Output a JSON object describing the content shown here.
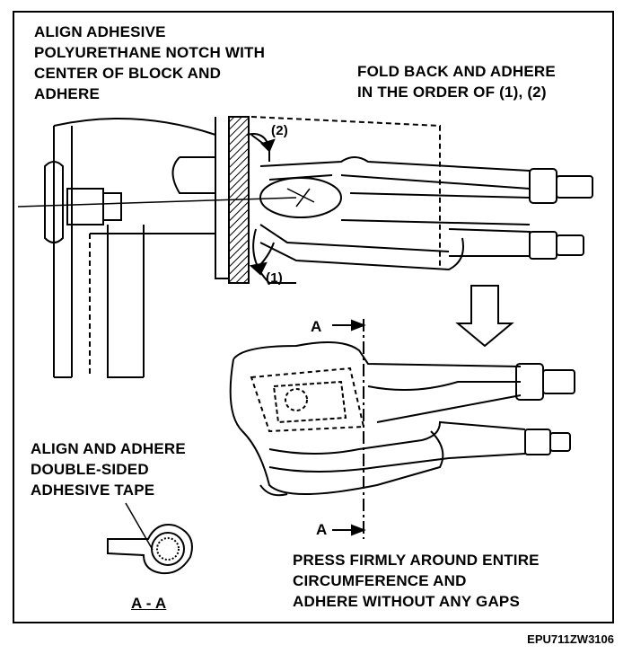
{
  "annotations": {
    "align_notch": [
      "ALIGN ADHESIVE",
      "POLYURETHANE NOTCH WITH",
      "CENTER OF BLOCK AND",
      "ADHERE"
    ],
    "fold_back": [
      "FOLD BACK AND ADHERE",
      "IN THE ORDER OF (1), (2)"
    ],
    "align_tape": [
      "ALIGN AND ADHERE",
      "DOUBLE-SIDED",
      "ADHESIVE TAPE"
    ],
    "press_firmly": [
      "PRESS FIRMLY AROUND ENTIRE",
      "CIRCUMFERENCE AND",
      "ADHERE WITHOUT ANY GAPS"
    ]
  },
  "callouts": {
    "step1": "(1)",
    "step2": "(2)"
  },
  "section": {
    "marker_top": "A",
    "marker_bottom": "A",
    "label": "A - A"
  },
  "figure_code": "EPU711ZW3106"
}
